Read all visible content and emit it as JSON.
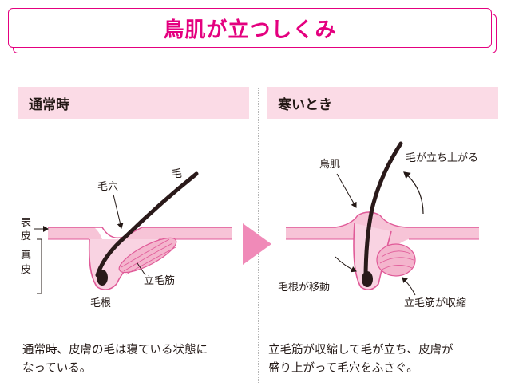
{
  "title": "鳥肌が立つしくみ",
  "left_panel": {
    "header": "通常時",
    "labels": {
      "hair": "毛",
      "pore": "毛穴",
      "epidermis": "表\n皮",
      "dermis": "真\n皮",
      "muscle": "立毛筋",
      "root": "毛根"
    },
    "caption_lines": [
      "通常時、皮膚の毛は寝ている状態に",
      "なっている。"
    ]
  },
  "right_panel": {
    "header": "寒いとき",
    "labels": {
      "goosebump": "鳥肌",
      "hair_rises": "毛が立ち上がる",
      "root_moves": "毛根が移動",
      "muscle_contracts": "立毛筋が収縮"
    },
    "caption_lines": [
      "立毛筋が収縮して毛が立ち、皮膚が",
      "盛り上がって毛穴をふさぐ。"
    ]
  },
  "colors": {
    "accent": "#e4007f",
    "header_bg": "#fbdbe6",
    "skin_fill": "#f7c4d7",
    "skin_line": "#e05a98",
    "hair": "#2a1a1a",
    "arrow": "#f08ab8"
  }
}
